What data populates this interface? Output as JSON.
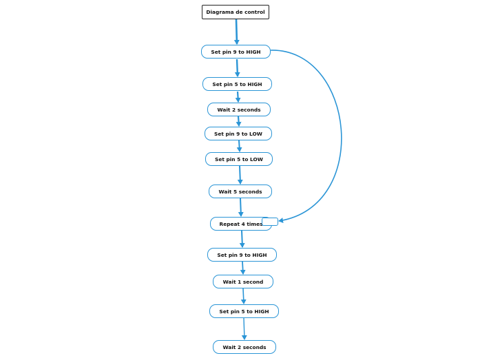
{
  "diagram": {
    "root": "Diagrama de control",
    "nodes": [
      {
        "id": "n1",
        "label": "Set pin 9 to HIGH"
      },
      {
        "id": "n2",
        "label": "Set pin 5 to HIGH"
      },
      {
        "id": "n3",
        "label": "Wait 2 seconds"
      },
      {
        "id": "n4",
        "label": "Set pin 9 to LOW"
      },
      {
        "id": "n5",
        "label": "Set pin 5 to LOW"
      },
      {
        "id": "n6",
        "label": "Wait 5 seconds"
      },
      {
        "id": "n7",
        "label": "Repeat 4 times"
      },
      {
        "id": "n8",
        "label": "Set pin 9 to HIGH"
      },
      {
        "id": "n9",
        "label": "Wait 1 second"
      },
      {
        "id": "n10",
        "label": "Set pin 5 to HIGH"
      },
      {
        "id": "n11",
        "label": "Wait 2 seconds"
      }
    ],
    "edges": [
      {
        "from": "root",
        "to": "n1"
      },
      {
        "from": "n1",
        "to": "n2"
      },
      {
        "from": "n2",
        "to": "n3"
      },
      {
        "from": "n3",
        "to": "n4"
      },
      {
        "from": "n4",
        "to": "n5"
      },
      {
        "from": "n5",
        "to": "n6"
      },
      {
        "from": "n6",
        "to": "n7"
      },
      {
        "from": "n7",
        "to": "n8"
      },
      {
        "from": "n8",
        "to": "n9"
      },
      {
        "from": "n9",
        "to": "n10"
      },
      {
        "from": "n10",
        "to": "n11"
      },
      {
        "from": "n1",
        "to": "n7",
        "kind": "loop-back"
      }
    ],
    "colors": {
      "connector": "#2b95d6",
      "node_border": "#2b95d6",
      "root_border": "#222222",
      "text": "#111111"
    }
  }
}
